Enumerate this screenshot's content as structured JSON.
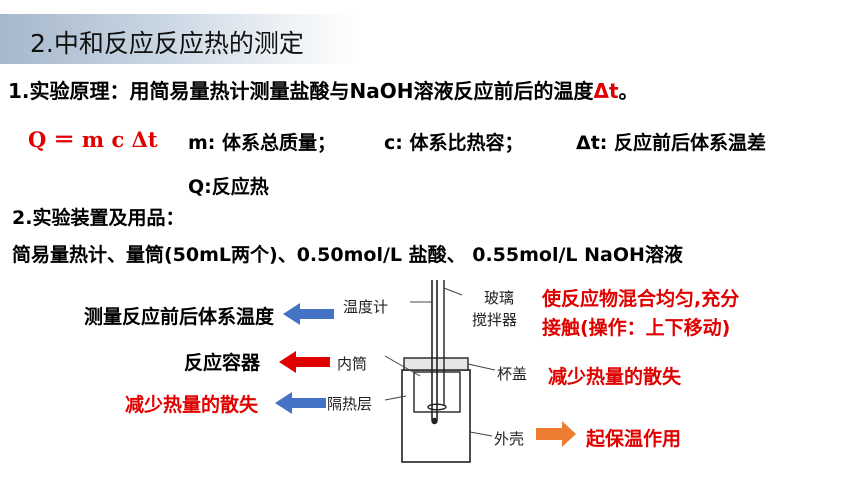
{
  "title": "2.中和反应反应热的测定",
  "principle": {
    "prefix": "1.实验原理：用简易量热计测量盐酸与NaOH溶液反应前后的温度",
    "dt": "Δt",
    "suffix": "。"
  },
  "formula": "Q ＝ m c Δt",
  "defs": {
    "m": "m: 体系总质量；",
    "c": "c: 体系比热容；",
    "dt": "Δt: 反应前后体系温差",
    "q": "Q:反应热"
  },
  "apparatus": {
    "heading": "2.实验装置及用品：",
    "items": "简易量热计、量筒(50mL两个)、0.50mol/L 盐酸、 0.55mol/L NaOH溶液"
  },
  "diagram": {
    "labels": {
      "thermometer": "温度计",
      "stirrer_line1": "玻璃",
      "stirrer_line2": "搅拌器",
      "inner": "内筒",
      "lid": "杯盖",
      "insulation": "隔热层",
      "outer": "外壳"
    },
    "notes": {
      "thermometer": "测量反应前后体系温度",
      "inner": "反应容器",
      "insulation": "减少热量的散失",
      "stirrer_line1": "使反应物混合均匀,充分",
      "stirrer_line2": "接触(操作：上下移动)",
      "lid": "减少热量的散失",
      "outer": "起保温作用"
    },
    "colors": {
      "blue_arrow": "#4472c4",
      "red_arrow": "#e00000",
      "orange_arrow": "#ed7d31",
      "red_text": "#e00000"
    }
  }
}
